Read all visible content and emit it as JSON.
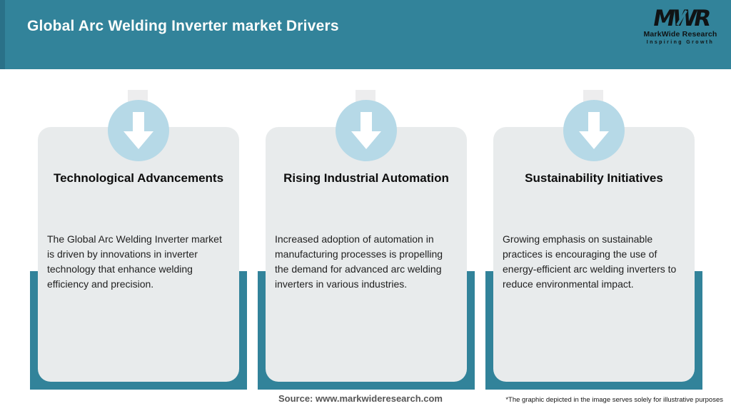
{
  "header": {
    "title": "Global Arc Welding Inverter market Drivers"
  },
  "logo": {
    "monogram": "MWR",
    "name": "MarkWide Research",
    "tagline": "Inspiring Growth"
  },
  "cards": [
    {
      "title": "Technological Advancements",
      "body": "The Global Arc Welding Inverter market is driven by innovations in inverter technology that enhance welding efficiency and precision.",
      "icon": "down-arrow"
    },
    {
      "title": "Rising Industrial Automation",
      "body": "Increased adoption of automation in manufacturing processes is propelling the demand for advanced arc welding inverters in various industries.",
      "icon": "down-arrow"
    },
    {
      "title": "Sustainability Initiatives",
      "body": "Growing emphasis on sustainable practices is encouraging the use of energy-efficient arc welding inverters to reduce environmental impact.",
      "icon": "down-arrow"
    }
  ],
  "footer": {
    "source": "Source: www.markwideresearch.com",
    "disclaimer": "*The graphic depicted in the image serves solely for illustrative purposes"
  },
  "colors": {
    "teal": "#32839a",
    "tealDark": "#2a7188",
    "circle": "#b6d9e7",
    "card": "#e8ebec"
  }
}
